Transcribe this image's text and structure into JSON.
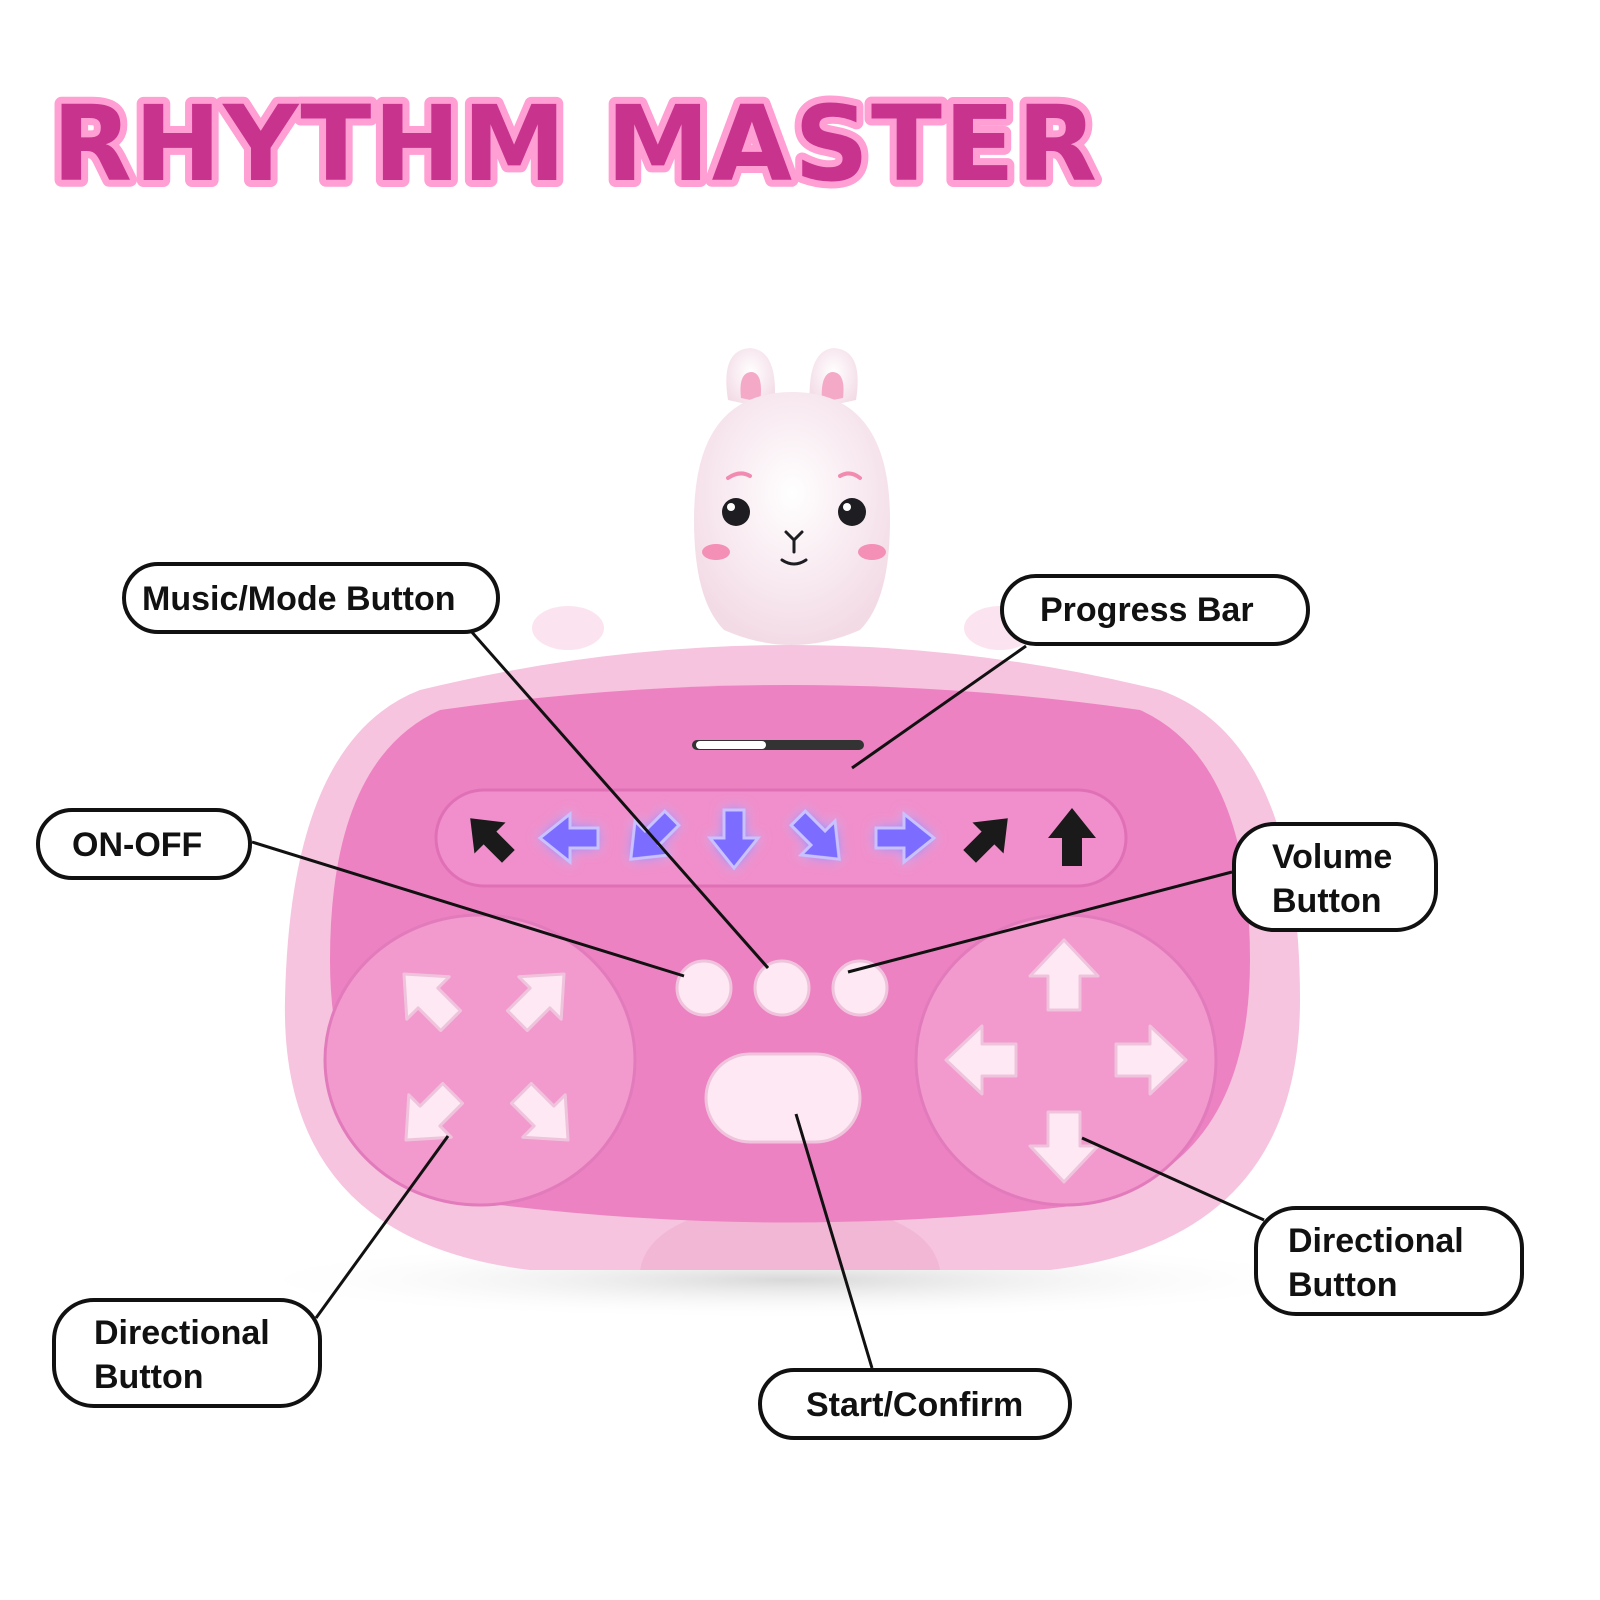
{
  "title": "RHYTHM MASTER",
  "labels": {
    "music_mode": "Music/Mode Button",
    "progress_bar": "Progress Bar",
    "on_off": "ON-OFF",
    "volume": [
      "Volume",
      "Button"
    ],
    "directional_left": [
      "Directional",
      "Button"
    ],
    "directional_right": [
      "Directional",
      "Button"
    ],
    "start_confirm": "Start/Confirm"
  },
  "colors": {
    "title_fill": "#c8338e",
    "title_outline": "#ff9fd3",
    "body_outer": "#f6c4df",
    "face_plate": "#ec82c2",
    "display_strip": "#f08fcb",
    "lit_arrow": "#7c6cff",
    "dark_arrow": "#1a1a1a",
    "button_white": "#fde8f3"
  },
  "icons": [
    "bunny-head",
    "arrow-up-left-icon",
    "arrow-left-icon",
    "arrow-right-icon",
    "arrow-down-icon",
    "arrow-down-right-icon",
    "arrow-up-right-icon",
    "arrow-up-icon"
  ]
}
